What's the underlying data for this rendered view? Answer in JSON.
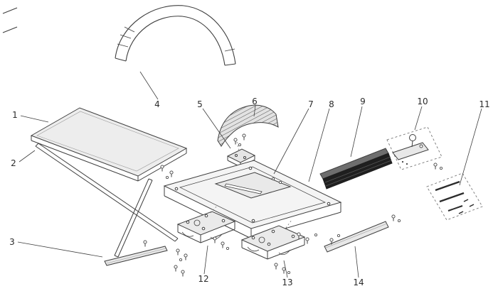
{
  "page": {
    "background_color": "#ffffff"
  },
  "diagram": {
    "type": "exploded-parts-diagram",
    "line_color": "#3f3f3f",
    "dark_part_color": "#1f1f1f",
    "panel_fill": "#ededed",
    "labels": [
      {
        "text": "1"
      },
      {
        "text": "2"
      },
      {
        "text": "3"
      },
      {
        "text": "4"
      },
      {
        "text": "5"
      },
      {
        "text": "6"
      },
      {
        "text": "7"
      },
      {
        "text": "8"
      },
      {
        "text": "9"
      },
      {
        "text": "10"
      },
      {
        "text": "11"
      },
      {
        "text": "12"
      },
      {
        "text": "13"
      },
      {
        "text": "14"
      }
    ]
  }
}
